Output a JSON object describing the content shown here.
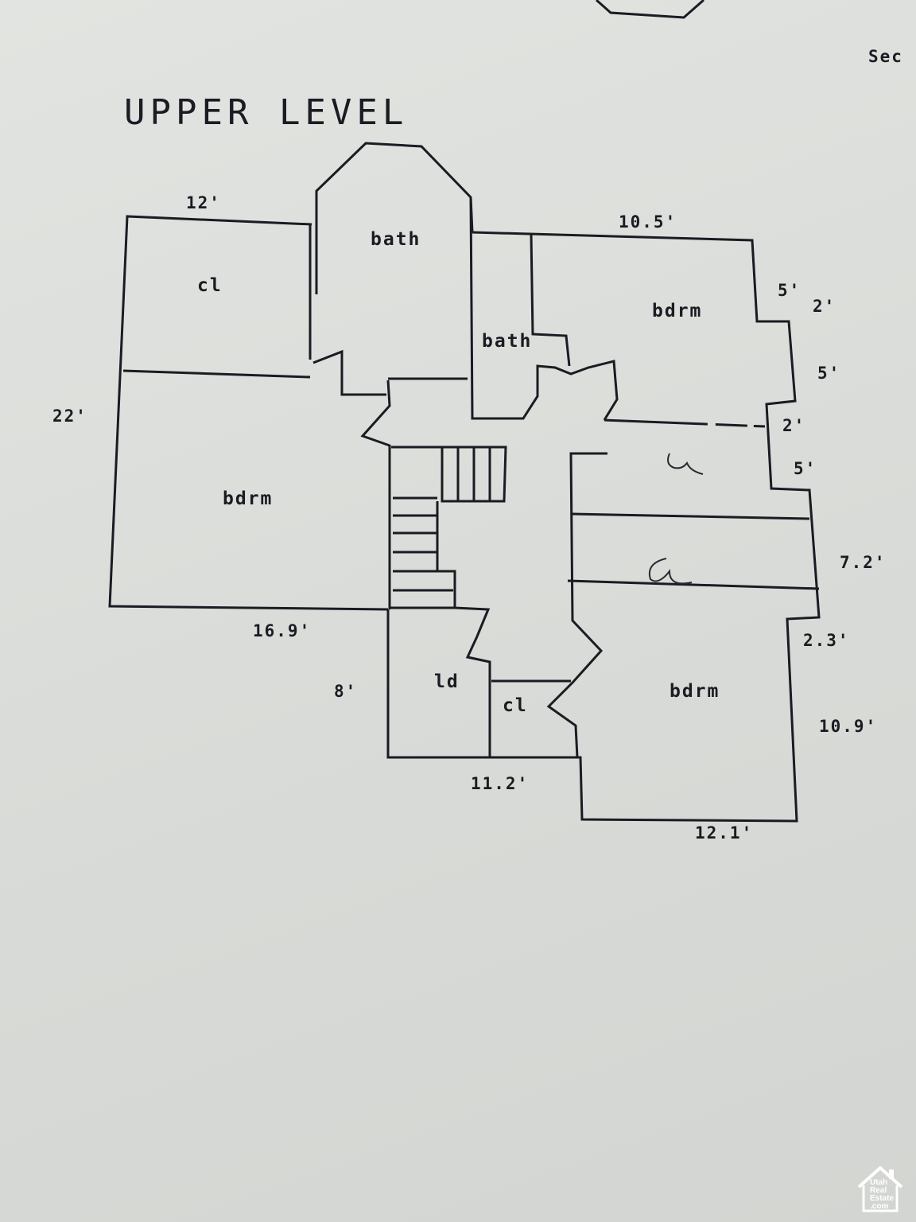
{
  "title": "UPPER LEVEL",
  "corner_text": "Sec",
  "rooms": {
    "closet_top_left": "cl",
    "bath_main": "bath",
    "bath_small": "bath",
    "bedroom_top_right": "bdrm",
    "bedroom_left": "bdrm",
    "laundry": "ld",
    "closet_bottom": "cl",
    "bedroom_bottom_right": "bdrm"
  },
  "dimensions": {
    "top_left": "12'",
    "top_right": "10.5'",
    "left": "22'",
    "bottom_left": "16.9'",
    "laundry_side": "8'",
    "bottom_middle": "11.2'",
    "bottom_right": "12.1'",
    "right_5a": "5'",
    "right_2a": "2'",
    "right_5b": "5'",
    "right_2b": "2'",
    "right_5c": "5'",
    "right_7_2": "7.2'",
    "right_2_3": "2.3'",
    "right_10_9": "10.9'"
  },
  "watermark": "Utah Real Estate .com"
}
